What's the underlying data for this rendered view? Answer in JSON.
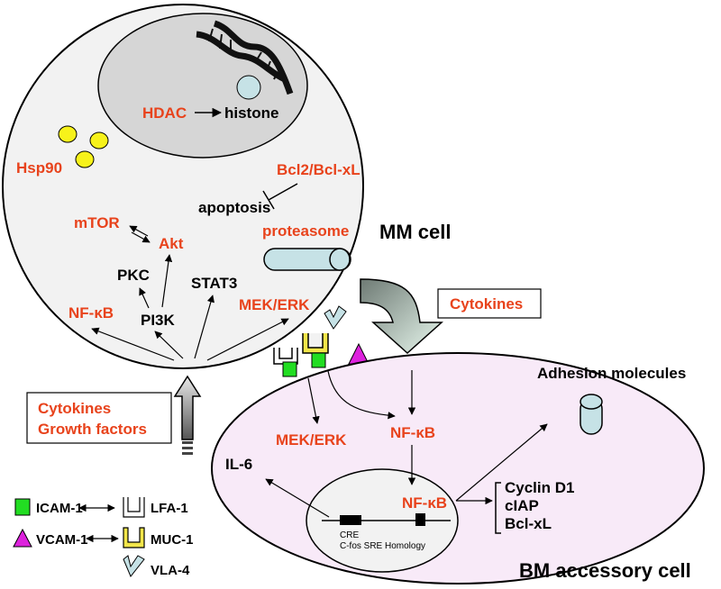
{
  "mm_cell": {
    "label": "MM cell",
    "hdac": "HDAC",
    "histone": "histone",
    "hsp90": "Hsp90",
    "bcl2": "Bcl2/Bcl-xL",
    "apoptosis": "apoptosis",
    "mtor": "mTOR",
    "akt": "Akt",
    "proteasome": "proteasome",
    "pkc": "PKC",
    "stat3": "STAT3",
    "pi3k": "PI3K",
    "nfkb": "NF-κB",
    "mek_erk": "MEK/ERK"
  },
  "cytokines_box": "Cytokines",
  "growth_box": {
    "line1": "Cytokines",
    "line2": "Growth factors"
  },
  "bm_cell": {
    "label": "BM accessory cell",
    "adhesion": "Adhesion molecules",
    "mek_erk": "MEK/ERK",
    "nfkb": "NF-κB",
    "il6": "IL-6",
    "nucleus_nfkb": "NF-κB",
    "cre": "CRE",
    "cfos": "C-fos SRE Homology",
    "targets": [
      "Cyclin D1",
      "cIAP",
      "Bcl-xL"
    ]
  },
  "legend": {
    "icam": "ICAM-1",
    "lfa": "LFA-1",
    "vcam": "VCAM-1",
    "muc": "MUC-1",
    "vla": "VLA-4"
  },
  "colors": {
    "red_text": "#e8431c",
    "mm_cell_fill": "#f2f2f2",
    "nucleus_fill": "#d6d6d6",
    "bm_cell_fill": "#f8eaf8",
    "proteasome_fill": "#c6e2e6",
    "hsp90_fill": "#f7f21a",
    "icam_fill": "#22dd22",
    "vcam_fill": "#dd22dd",
    "muc_fill": "#f2e64a"
  }
}
